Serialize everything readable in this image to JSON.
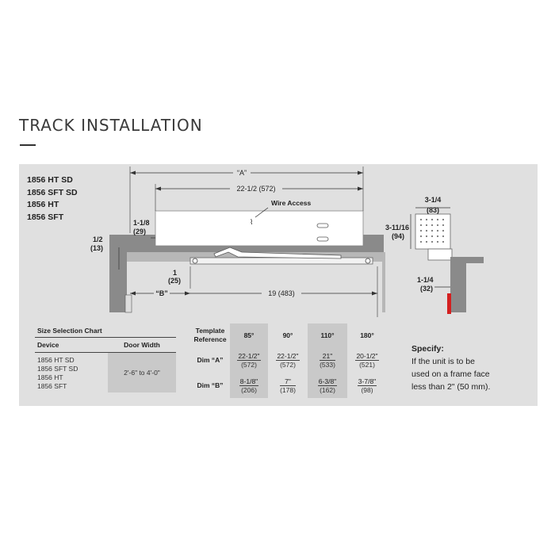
{
  "title": "TRACK INSTALLATION",
  "models": [
    "1856 HT SD",
    "1856 SFT SD",
    "1856 HT",
    "1856 SFT"
  ],
  "diagram": {
    "dim_a": "“A”",
    "dim_a_value": "22-1/2 (572)",
    "wire_access": "Wire Access",
    "dim_1_1_8": "1-1/8",
    "dim_1_1_8_mm": "(29)",
    "dim_1_2": "1/2",
    "dim_1_2_mm": "(13)",
    "dim_1": "1",
    "dim_1_mm": "(25)",
    "dim_b": "“B”",
    "dim_19": "19 (483)"
  },
  "side_view": {
    "width": "3-1/4",
    "width_mm": "(83)",
    "height": "3-11/16",
    "height_mm": "(94)",
    "depth": "1-1/4",
    "depth_mm": "(32)"
  },
  "size_chart": {
    "title": "Size Selection Chart",
    "col_device": "Device",
    "col_width": "Door Width",
    "devices": [
      "1856 HT SD",
      "1856 SFT SD",
      "1856 HT",
      "1856 SFT"
    ],
    "width_value": "2'-6\" to 4'-0\""
  },
  "template_table": {
    "ref_label_1": "Template",
    "ref_label_2": "Reference",
    "angles": [
      "85°",
      "90°",
      "110°",
      "180°"
    ],
    "row_a_label": "Dim “A”",
    "row_b_label": "Dim “B”",
    "row_a": [
      {
        "in": "22-1/2\"",
        "mm": "(572)"
      },
      {
        "in": "22-1/2\"",
        "mm": "(572)"
      },
      {
        "in": "21\"",
        "mm": "(533)"
      },
      {
        "in": "20-1/2\"",
        "mm": "(521)"
      }
    ],
    "row_b": [
      {
        "in": "8-1/8\"",
        "mm": "(206)"
      },
      {
        "in": "7\"",
        "mm": "(178)"
      },
      {
        "in": "6-3/8\"",
        "mm": "(162)"
      },
      {
        "in": "3-7/8\"",
        "mm": "(98)"
      }
    ]
  },
  "specify": {
    "heading": "Specify:",
    "lines": [
      "If the unit is to be",
      "used on a frame face",
      "less than 2\" (50 mm)."
    ]
  },
  "colors": {
    "panel": "#e0e0e0",
    "shade": "#c9c9c9",
    "frame": "#8a8a8a",
    "accent_red": "#d42020"
  }
}
